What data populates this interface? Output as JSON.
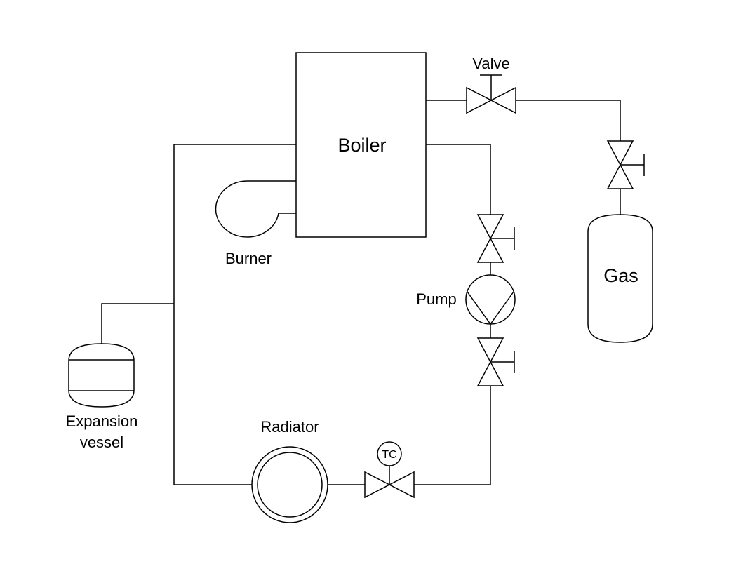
{
  "diagram": {
    "components": {
      "boiler": "Boiler",
      "gas": "Gas",
      "burner": "Burner",
      "pump": "Pump",
      "valve": "Valve",
      "radiator": "Radiator",
      "expansion_vessel_line1": "Expansion",
      "expansion_vessel_line2": "vessel",
      "thermostatic_control": "TC"
    },
    "colors": {
      "stroke": "#000000",
      "background": "#ffffff"
    }
  }
}
